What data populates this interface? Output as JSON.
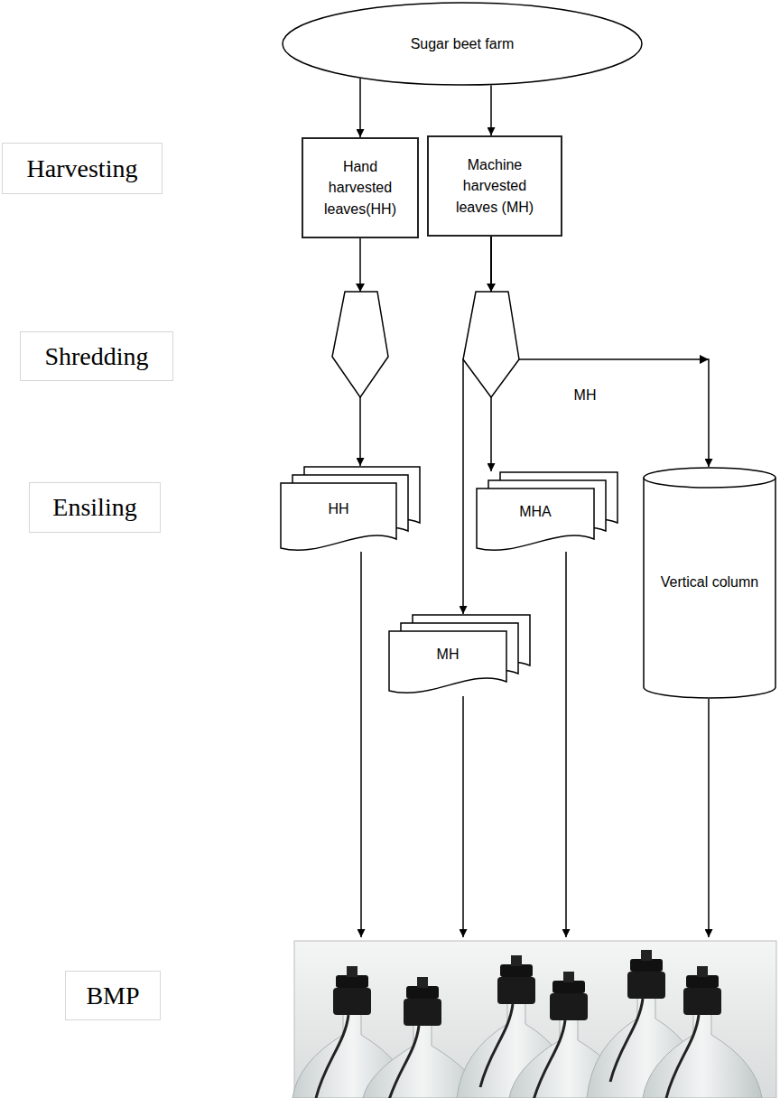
{
  "diagram": {
    "nodes": [
      {
        "text": [
          "Sugar beet farm"
        ]
      },
      {
        "text": [
          "Harvesting"
        ]
      },
      {
        "text": [
          "Hand harvested leaves(HH)"
        ]
      },
      {
        "text": [
          "Machine harvested leaves (MH)"
        ]
      },
      {
        "text": [
          "Shredding"
        ]
      },
      {
        "text": [
          "Ensiling"
        ]
      },
      {
        "text": [
          "HH"
        ]
      },
      {
        "text": [
          "MHA"
        ]
      },
      {
        "text": [
          "Vertical column"
        ]
      },
      {
        "text": [
          "MH"
        ]
      },
      {
        "text": [
          "BMP"
        ]
      }
    ],
    "edges": [
      {
        "from": 0,
        "to": 2,
        "arrow": "to"
      },
      {
        "from": 0,
        "to": 3,
        "arrow": "to"
      },
      {
        "from": 2,
        "to": 6,
        "arrow": "to"
      },
      {
        "from": 3,
        "to": 7,
        "arrow": "to"
      },
      {
        "from": 3,
        "to": 9,
        "arrow": "to"
      },
      {
        "from": 3,
        "to": 8,
        "arrow": "to",
        "label": "MH"
      }
    ]
  }
}
